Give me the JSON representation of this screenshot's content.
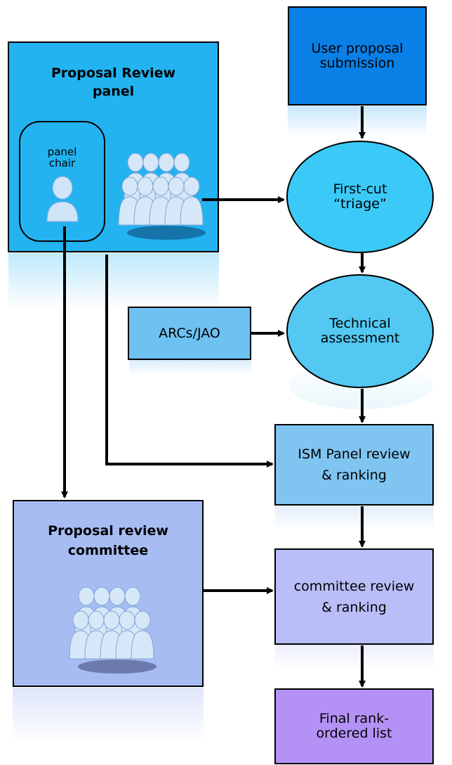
{
  "colors": {
    "submission": "#0a7fe6",
    "triage": "#3bcaf7",
    "technical": "#52c8f2",
    "panel_box": "#23b3f0",
    "arcs": "#6dc2f2",
    "ism": "#80c5f2",
    "committee_review": "#b9bdf8",
    "committee_box": "#a8bcf4",
    "final": "#b492f5"
  },
  "diagram": {
    "submission": "User proposal\nsubmission",
    "triage": "First-cut\n“triage”",
    "technical": "Technical\nassessment",
    "arcs": "ARCs/JAO",
    "ism_review": "ISM Panel review\n& ranking",
    "committee_review": "committee review\n& ranking",
    "final_list": "Final rank-\nordered list",
    "panel_title": "Proposal Review\npanel",
    "panel_chair": "panel\nchair",
    "committee_title": "Proposal review\ncommittee"
  },
  "icons": {
    "chair": "person-icon",
    "panel_members": "people-group-icon",
    "committee_members": "people-group-icon"
  }
}
